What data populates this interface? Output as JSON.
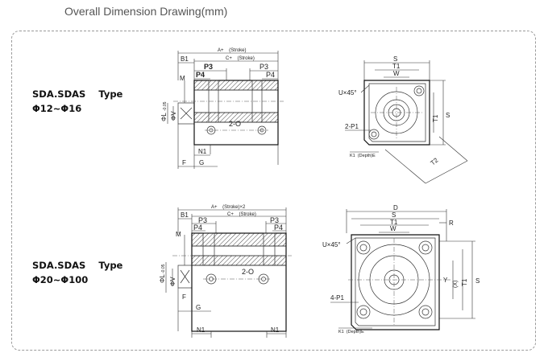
{
  "page": {
    "title": "Overall Dimension Drawing(mm)"
  },
  "series_top": {
    "model": "SDA.SDAS",
    "type": "Type",
    "range": "Φ12~Φ16"
  },
  "series_bottom": {
    "model": "SDA.SDAS",
    "type": "Type",
    "range": "Φ20~Φ100"
  },
  "top_side": {
    "dim_a": "A+    (Stroke)",
    "dim_c": "C+    (Stroke)",
    "b1": "B1",
    "p3_left": "P3",
    "p3_right": "P3",
    "p4_left": "P4",
    "p4_right": "P4",
    "m": "M",
    "port": "2-O",
    "n1": "N1",
    "f": "F",
    "g": "G",
    "phi_l": "ΦL",
    "phi_l_tol": "-0.05",
    "phi_v": "ΦV"
  },
  "top_end": {
    "s": "S",
    "t1": "T1",
    "w": "W",
    "ux45": "U×45°",
    "p1": "2-P1",
    "k1": "K1  (Depth)E",
    "s_side": "S",
    "t1_side": "T1",
    "t2": "T2"
  },
  "bottom_side": {
    "dim_a": "A+    (Stroke)×2",
    "dim_c": "C+    (Stroke)",
    "b1": "B1",
    "p3_left": "P3",
    "p3_right": "P3",
    "p4_left": "P4",
    "p4_right": "P4",
    "m": "M",
    "port": "2-O",
    "n1_left": "N1",
    "n1_right": "N1",
    "f": "F",
    "g": "G",
    "phi_l": "ΦL",
    "phi_l_tol": "-0.05",
    "phi_v": "ΦV"
  },
  "bottom_end": {
    "d": "D",
    "s": "S",
    "t1": "T1",
    "w": "W",
    "r": "R",
    "ux45": "U×45°",
    "p1": "4-P1",
    "k1": "K1  (Depth)E",
    "y": "Y",
    "x": "(X)",
    "t1_side": "T1",
    "s_side": "S"
  }
}
